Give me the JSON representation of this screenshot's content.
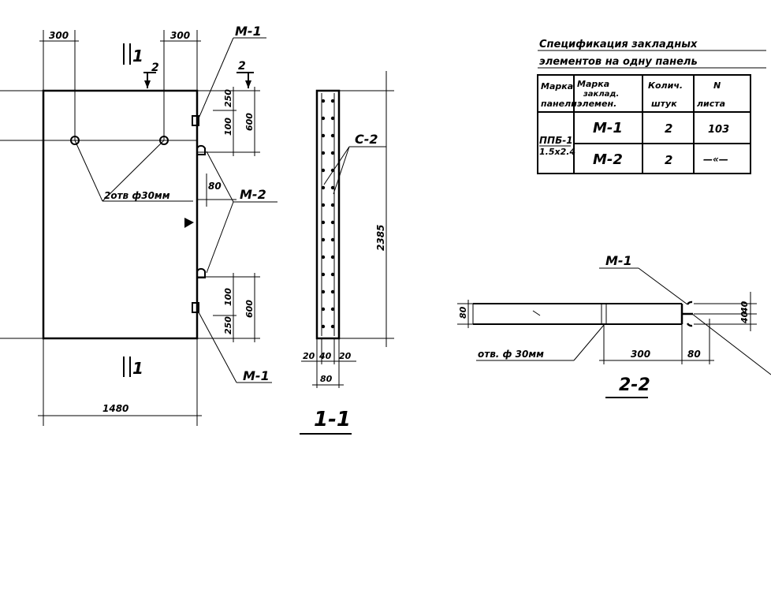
{
  "front_view": {
    "dims": {
      "top_left": "300",
      "top_right": "300",
      "bottom_width": "1480",
      "right_top_a": "250",
      "right_top_b": "100",
      "right_top_c": "600",
      "right_mid": "80",
      "right_bot_a": "100",
      "right_bot_b": "250",
      "right_bot_c": "600"
    },
    "section_labels": {
      "top_section_mark": "1",
      "bottom_section_mark": "1",
      "section2_number": "2"
    },
    "callouts": {
      "m1_top": "М-1",
      "m1_bottom": "М-1",
      "m2": "М-2",
      "holes": "2отв ф30мм"
    }
  },
  "section_1_1": {
    "title": "1-1",
    "height_dim": "2385",
    "callout_c2": "С-2",
    "bottom_dims": {
      "left": "20",
      "mid": "40",
      "right": "20",
      "total": "80"
    }
  },
  "section_2_2": {
    "title": "2-2",
    "callout_m1": "М-1",
    "hole_label": "отв. ф 30мм",
    "dims": {
      "left_thickness": "80",
      "offset": "300",
      "edge": "80",
      "right_a": "40",
      "right_b": "40"
    }
  },
  "spec_table": {
    "title_line1": "Спецификация закладных",
    "title_line2": "элементов на одну панель",
    "headers": {
      "col1_a": "Марка",
      "col1_b": "панели",
      "col2_a": "Марка",
      "col2_b": "заклад.",
      "col2_c": "элемен.",
      "col3_a": "Колич.",
      "col3_b": "штук",
      "col4_a": "N",
      "col4_b": "листа"
    },
    "panel_mark_a": "ППБ-1",
    "panel_mark_b": "1.5х2.4",
    "rows": [
      {
        "element": "М-1",
        "qty": "2",
        "sheet": "103"
      },
      {
        "element": "М-2",
        "qty": "2",
        "sheet": "—«—"
      }
    ]
  }
}
